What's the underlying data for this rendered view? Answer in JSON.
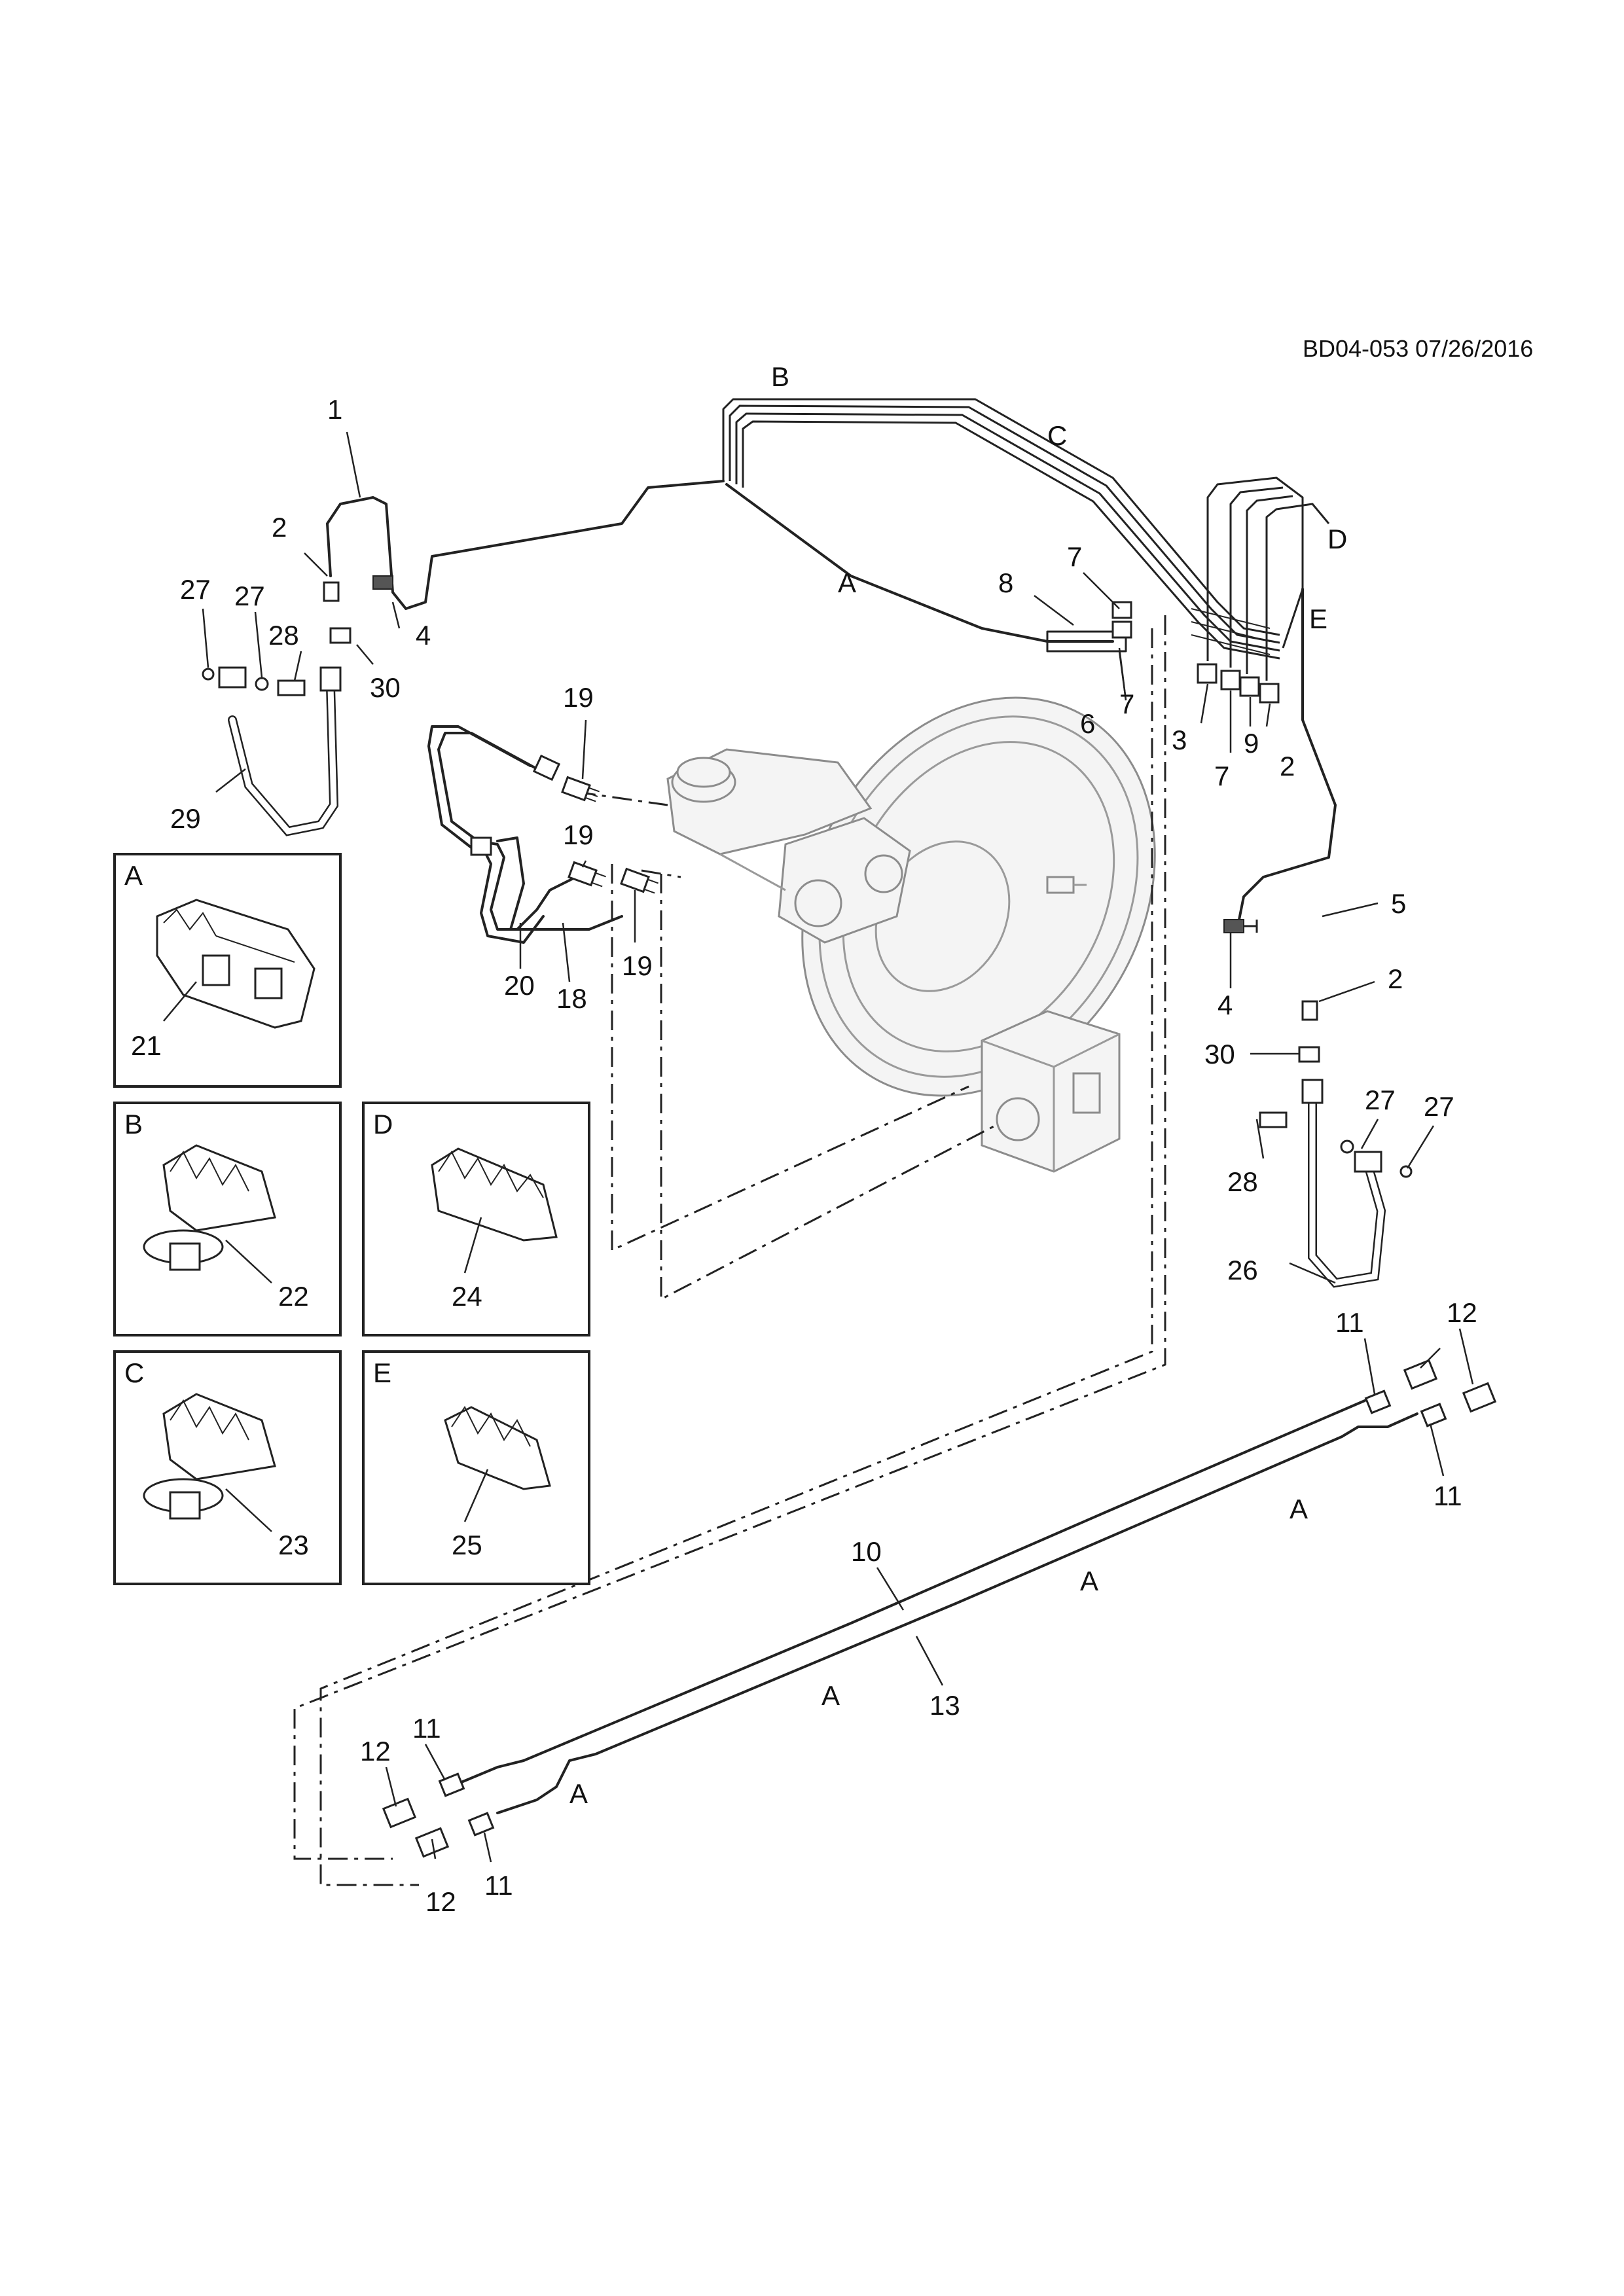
{
  "diagram": {
    "reference_code": "BD04-053 07/26/2016",
    "line_labels": [
      "A",
      "B",
      "C",
      "D",
      "E",
      "A",
      "A",
      "A",
      "A"
    ],
    "callouts": [
      "1",
      "2",
      "27",
      "27",
      "28",
      "30",
      "4",
      "29",
      "19",
      "19",
      "19",
      "20",
      "18",
      "8",
      "7",
      "6",
      "7",
      "3",
      "7",
      "9",
      "2",
      "5",
      "4",
      "2",
      "30",
      "27",
      "27",
      "28",
      "26",
      "11",
      "12",
      "12",
      "11",
      "10",
      "13",
      "12",
      "11",
      "11",
      "12"
    ],
    "detail_boxes": [
      {
        "letter": "A",
        "part": "21"
      },
      {
        "letter": "B",
        "part": "22"
      },
      {
        "letter": "D",
        "part": "24"
      },
      {
        "letter": "C",
        "part": "23"
      },
      {
        "letter": "E",
        "part": "25"
      }
    ]
  }
}
